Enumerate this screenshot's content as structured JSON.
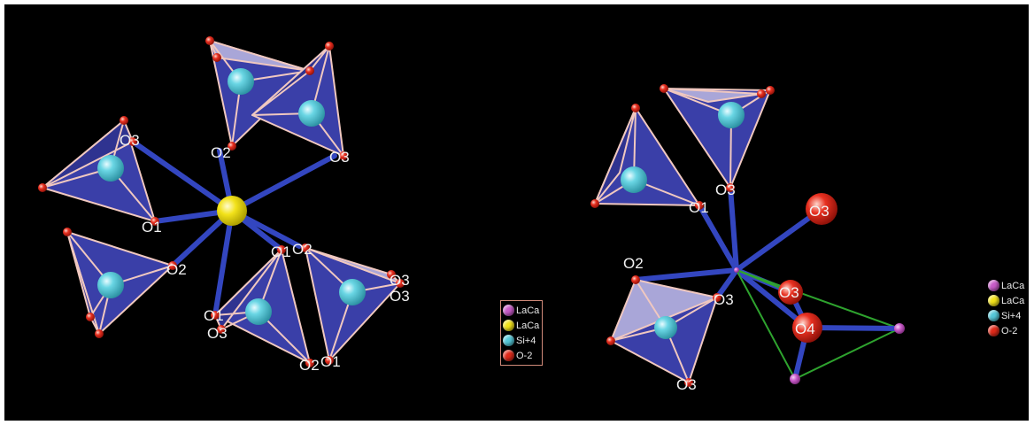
{
  "colors": {
    "background": "#000000",
    "tetrahedron_face": "#3a3fa8",
    "tetrahedron_light_face": "#a9a6d8",
    "tetrahedron_edge": "#f0c8c0",
    "bond": "#3346c0",
    "la_ca_magenta": "#c85bc8",
    "la_ca_yellow": "#f2e21a",
    "si": "#55c8d8",
    "oxygen": "#e02a1a",
    "polyhedron_outline_green": "#2ea32e"
  },
  "left_structure": {
    "labels": [
      "O3",
      "O2",
      "O3",
      "O1",
      "O2",
      "O1",
      "O2",
      "O3",
      "O3",
      "O1",
      "O3",
      "O2",
      "O1"
    ]
  },
  "right_structure": {
    "labels": [
      "O3",
      "O1",
      "O3",
      "O2",
      "O3",
      "O3",
      "O3",
      "O4"
    ]
  },
  "legend_boxed": {
    "items": [
      {
        "label": "LaCa",
        "color": "#c85bc8"
      },
      {
        "label": "LaCa",
        "color": "#f2e21a"
      },
      {
        "label": "Si+4",
        "color": "#55c8d8"
      },
      {
        "label": "O-2",
        "color": "#e02a1a"
      }
    ]
  },
  "legend_plain": {
    "items": [
      {
        "label": "LaCa",
        "color": "#c85bc8"
      },
      {
        "label": "LaCa",
        "color": "#f2e21a"
      },
      {
        "label": "Si+4",
        "color": "#55c8d8"
      },
      {
        "label": "O-2",
        "color": "#e02a1a"
      }
    ]
  }
}
